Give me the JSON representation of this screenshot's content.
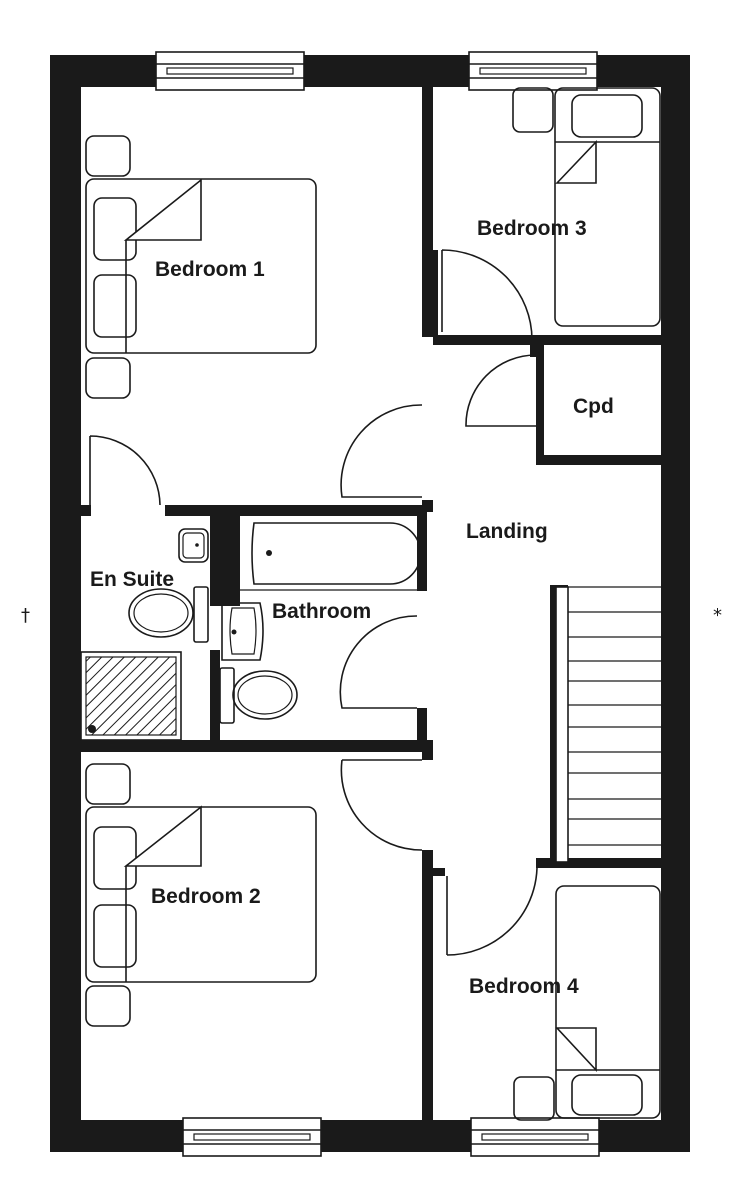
{
  "floorplan": {
    "colors": {
      "wall": "#1a1a1a",
      "background": "#ffffff"
    },
    "rooms": [
      {
        "id": "bedroom1",
        "label": "Bedroom 1"
      },
      {
        "id": "bedroom2",
        "label": "Bedroom 2"
      },
      {
        "id": "bedroom3",
        "label": "Bedroom 3"
      },
      {
        "id": "bedroom4",
        "label": "Bedroom 4"
      },
      {
        "id": "ensuite",
        "label": "En Suite"
      },
      {
        "id": "bathroom",
        "label": "Bathroom"
      },
      {
        "id": "landing",
        "label": "Landing"
      },
      {
        "id": "cupboard",
        "label": "Cpd"
      }
    ],
    "markers": {
      "left": "†",
      "right": "*"
    }
  }
}
